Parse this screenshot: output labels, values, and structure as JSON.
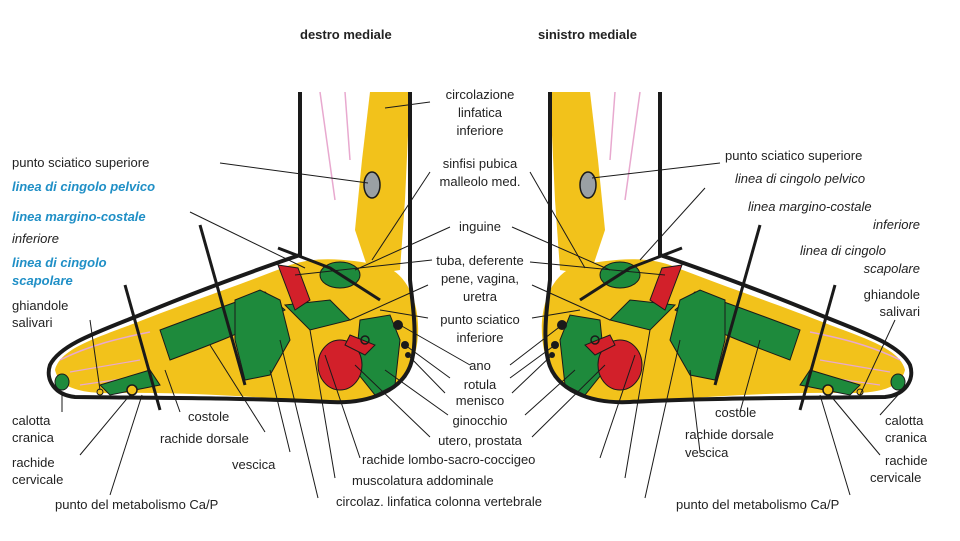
{
  "titles": {
    "right_foot": "destro mediale",
    "left_foot": "sinistro mediale"
  },
  "labels": {
    "circolazione": "circolazione",
    "linfatica": "linfatica",
    "inferiore_c": "inferiore",
    "sciatico_sup_l": "punto sciatico superiore",
    "sciatico_sup_r": "punto sciatico superiore",
    "cingolo_pelvico_l": "linea di cingolo pelvico",
    "cingolo_pelvico_r": "linea di cingolo pelvico",
    "margino_l": "linea margino-costale",
    "margino_inf_l": "inferiore",
    "margino_r": "linea margino-costale",
    "margino_inf_r": "inferiore",
    "scapolare_l1": "linea di cingolo",
    "scapolare_l2": "scapolare",
    "scapolare_r1": "linea di cingolo",
    "scapolare_r2": "scapolare",
    "ghiandole_l": "ghiandole",
    "salivari_l": "salivari",
    "ghiandole_r": "ghiandole",
    "salivari_r": "salivari",
    "sinfisi": "sinfisi pubica",
    "malleolo": "malleolo med.",
    "inguine": "inguine",
    "tuba": "tuba, deferente",
    "pene": "pene, vagina,",
    "uretra": "uretra",
    "sciatico_inf1": "punto sciatico",
    "sciatico_inf2": "inferiore",
    "ano": "ano",
    "rotula": "rotula",
    "menisco": "menisco",
    "ginocchio": "ginocchio",
    "utero": "utero, prostata",
    "rachide_lsc": "rachide lombo-sacro-coccigeo",
    "muscolatura": "muscolatura addominale",
    "circolaz": "circolaz. linfatica colonna vertebrale",
    "calotta_l1": "calotta",
    "calotta_l2": "cranica",
    "calotta_r1": "calotta",
    "calotta_r2": "cranica",
    "rachide_cerv_l1": "rachide",
    "rachide_cerv_l2": "cervicale",
    "rachide_cerv_r1": "rachide",
    "rachide_cerv_r2": "cervicale",
    "costole_l": "costole",
    "costole_r": "costole",
    "rachide_dors_l": "rachide dorsale",
    "rachide_dors_r": "rachide dorsale",
    "vescica_l": "vescica",
    "vescica_r": "vescica",
    "metab_l": "punto del metabolismo Ca/P",
    "metab_r": "punto del metabolismo Ca/P"
  },
  "colors": {
    "yellow": "#f2c21b",
    "green": "#1e8a3c",
    "red": "#d2202a",
    "outline": "#1a1a1a",
    "pink": "#e8a9cf",
    "blue_label": "#1f8fc6"
  }
}
